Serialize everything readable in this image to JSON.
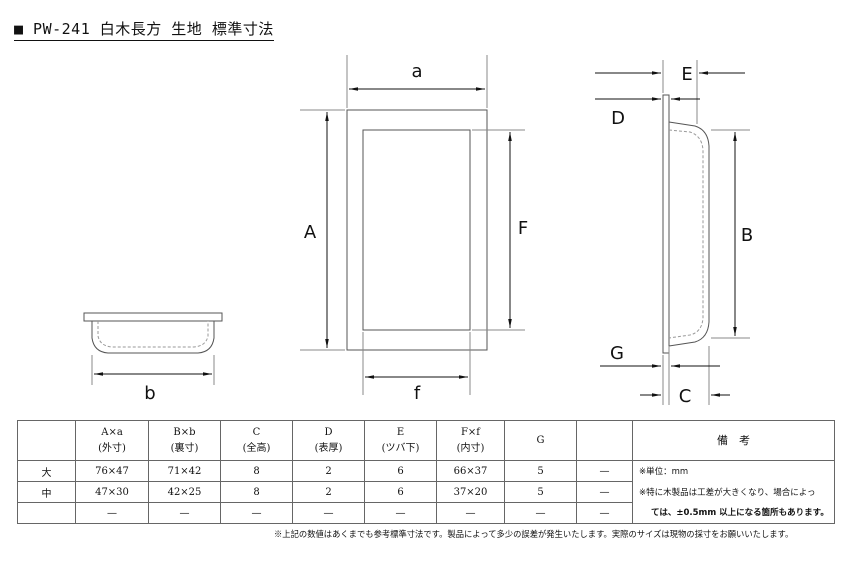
{
  "title": "■ PW-241 白木長方 生地 標準寸法",
  "labels": {
    "a": "a",
    "A": "A",
    "F": "F",
    "f": "f",
    "b": "b",
    "E": "E",
    "D": "D",
    "B": "B",
    "G": "G",
    "C": "C"
  },
  "table": {
    "headers": [
      {
        "top": "",
        "bottom": ""
      },
      {
        "top": "A×a",
        "bottom": "(外寸)"
      },
      {
        "top": "B×b",
        "bottom": "(裏寸)"
      },
      {
        "top": "C",
        "bottom": "(全高)"
      },
      {
        "top": "D",
        "bottom": "(表厚)"
      },
      {
        "top": "E",
        "bottom": "(ツバ下)"
      },
      {
        "top": "F×f",
        "bottom": "(内寸)"
      },
      {
        "top": "G",
        "bottom": ""
      },
      {
        "top": "",
        "bottom": ""
      }
    ],
    "remarks_header": "備　考",
    "rows": [
      [
        "大",
        "76×47",
        "71×42",
        "8",
        "2",
        "6",
        "66×37",
        "5",
        "—"
      ],
      [
        "中",
        "47×30",
        "42×25",
        "8",
        "2",
        "6",
        "37×20",
        "5",
        "—"
      ],
      [
        "",
        "—",
        "—",
        "—",
        "—",
        "—",
        "—",
        "—",
        "—"
      ]
    ],
    "remarks": [
      "※単位：mm",
      "※特に木製品は工差が大きくなり、場合によっ",
      "ては、±0.5mm 以上になる箇所もあります。"
    ]
  },
  "footnote": "※上記の数値はあくまでも参考標準寸法です。製品によって多少の誤差が発生いたします。実際のサイズは現物の採寸をお願いいたします。"
}
